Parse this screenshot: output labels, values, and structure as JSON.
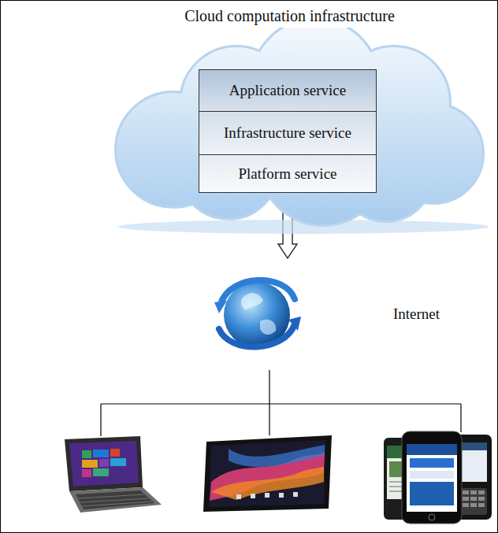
{
  "diagram": {
    "nodes": [
      {
        "text": [
          "Cloud computation infrastructure"
        ]
      },
      {
        "text": [
          "Application service"
        ],
        "in": 0
      },
      {
        "text": [
          "Infrastructure service"
        ],
        "in": 0
      },
      {
        "text": [
          "Platform service"
        ],
        "in": 0
      },
      {
        "text": [
          "Internet"
        ]
      }
    ],
    "edges": [
      {
        "from": 3,
        "to": 4,
        "arrow": "to"
      }
    ]
  }
}
